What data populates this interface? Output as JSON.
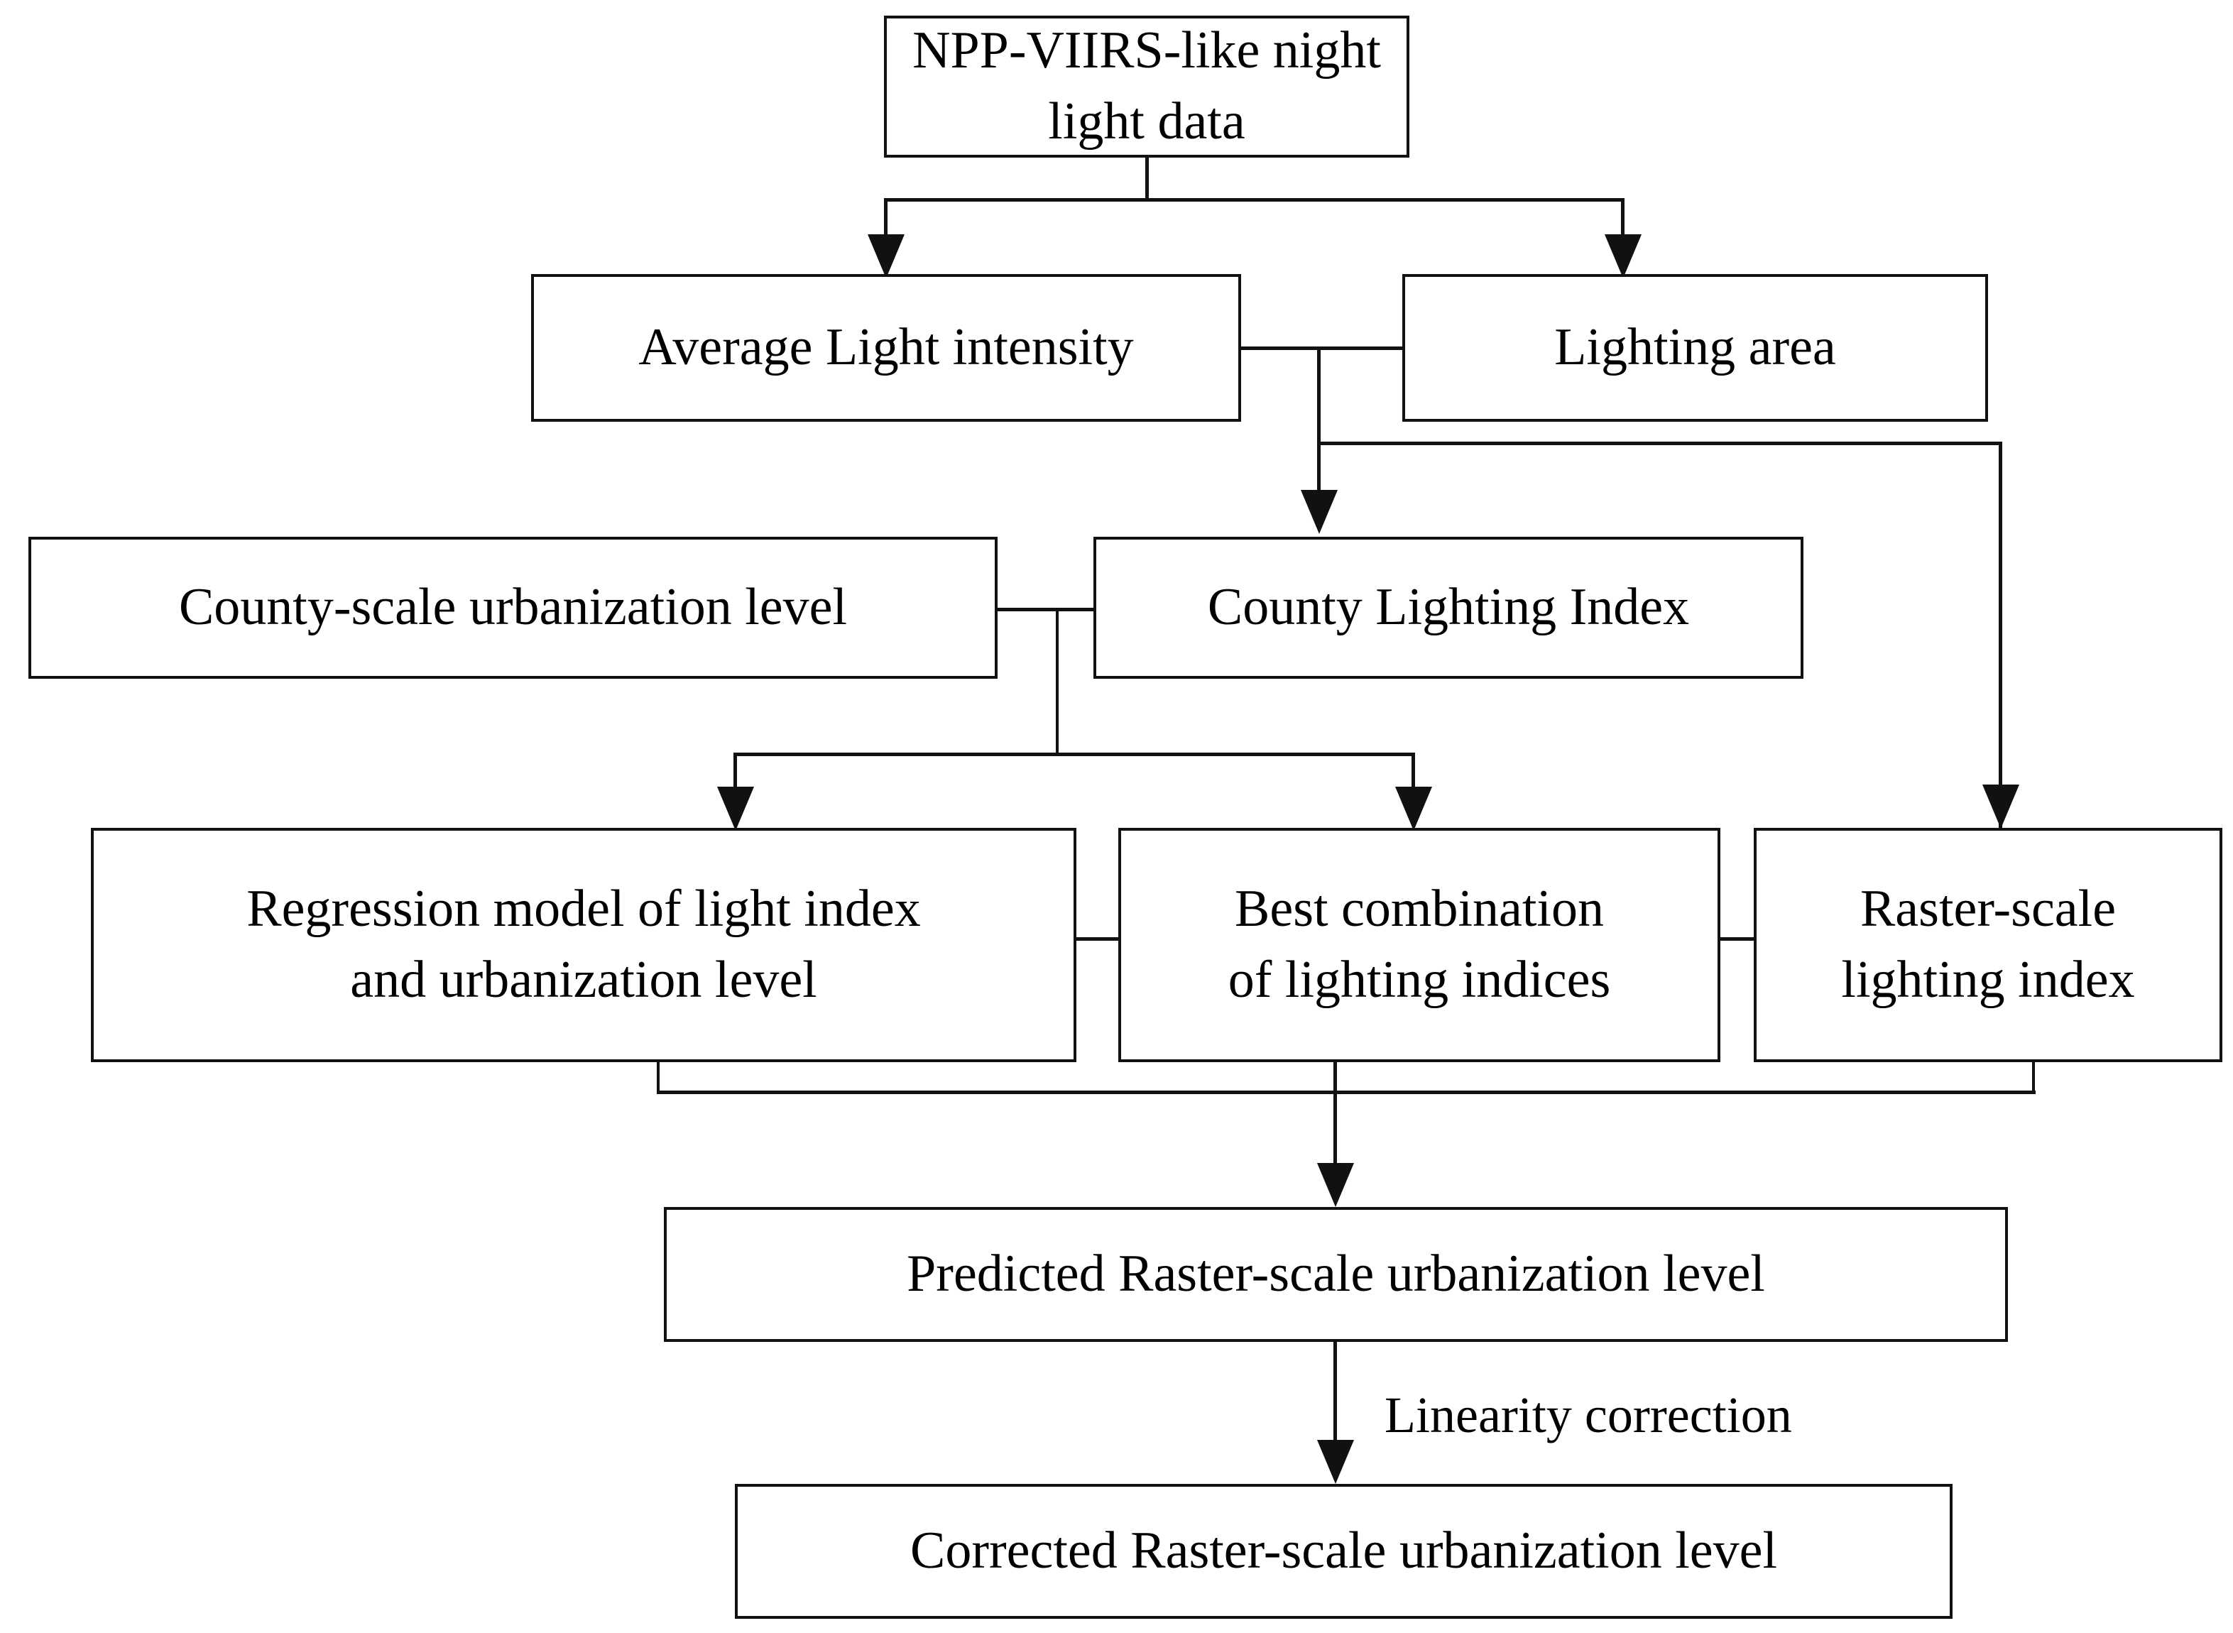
{
  "diagram": {
    "title_text": "",
    "colors": {
      "stroke": "#111111",
      "background": "#ffffff",
      "text": "#000000"
    },
    "nodes": {
      "source": "NPP-VIIRS-like night light data",
      "average_light_intensity": "Average Light intensity",
      "lighting_area": "Lighting area",
      "county_scale_urbanization_level": "County-scale urbanization level",
      "county_lighting_index": "County Lighting Index",
      "regression_model": "Regression model of light index\nand urbanization level",
      "best_combination": "Best combination\nof lighting indices",
      "raster_scale_lighting_index": "Raster-scale\nlighting index",
      "predicted_level": "Predicted Raster-scale urbanization level",
      "corrected_level": "Corrected Raster-scale urbanization level"
    },
    "edge_labels": {
      "linearity_correction": "Linearity correction"
    }
  }
}
